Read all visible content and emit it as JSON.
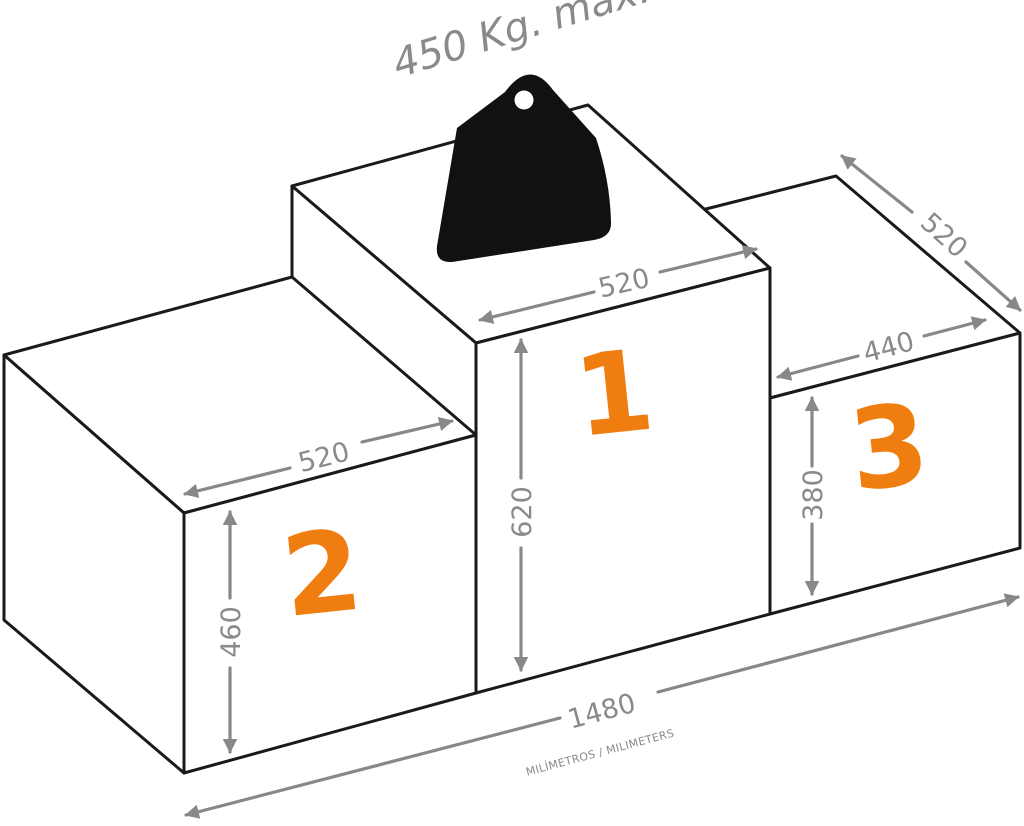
{
  "weight_label": "450 Kg. max.",
  "podium": {
    "first": {
      "place": "1",
      "width": "520",
      "height": "620"
    },
    "second": {
      "place": "2",
      "width": "520",
      "height": "460"
    },
    "third": {
      "place": "3",
      "width": "440",
      "depth": "520",
      "height": "380"
    }
  },
  "total_length": "1480",
  "units": "MILÍMETROS / MILIMETERS",
  "colors": {
    "accent": "#f07d10",
    "outline": "#1a1a1a",
    "dimension": "#888888"
  },
  "icons": [
    "weight-icon"
  ]
}
